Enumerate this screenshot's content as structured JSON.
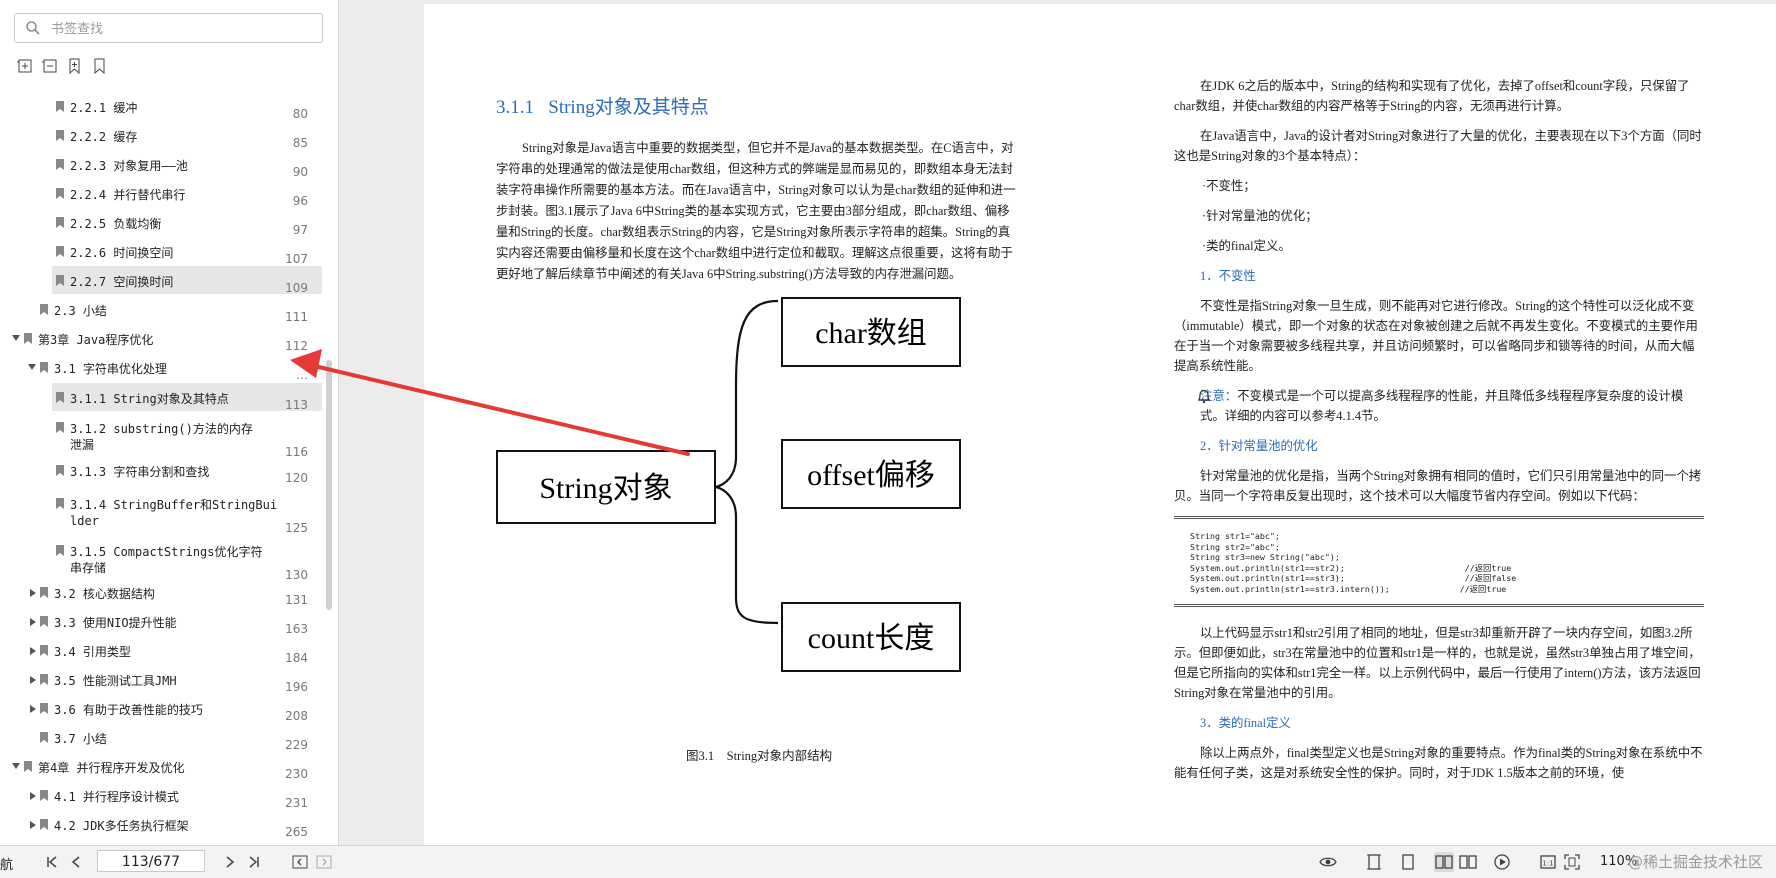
{
  "search": {
    "placeholder": "书签查找"
  },
  "toc": [
    {
      "label": "2.2.1 缓冲",
      "page": "80"
    },
    {
      "label": "2.2.2 缓存",
      "page": "85"
    },
    {
      "label": "2.2.3 对象复用——池",
      "page": "90"
    },
    {
      "label": "2.2.4 并行替代串行",
      "page": "96"
    },
    {
      "label": "2.2.5 负载均衡",
      "page": "97"
    },
    {
      "label": "2.2.6 时间换空间",
      "page": "107"
    },
    {
      "label": "2.2.7 空间换时间",
      "page": "109"
    },
    {
      "label": "2.3 小结",
      "page": "111"
    },
    {
      "label": "第3章 Java程序优化",
      "page": "112"
    },
    {
      "label": "3.1 字符串优化处理",
      "page": "…"
    },
    {
      "label": "3.1.1 String对象及其特点",
      "page": "113"
    },
    {
      "label": "3.1.2 substring()方法的内存",
      "label2": "泄漏",
      "page": "116"
    },
    {
      "label": "3.1.3 字符串分割和查找",
      "page": "120"
    },
    {
      "label": "3.1.4 StringBuffer和StringBui",
      "label2": "lder",
      "page": "125"
    },
    {
      "label": "3.1.5 CompactStrings优化字符",
      "label2": "串存储",
      "page": "130"
    },
    {
      "label": "3.2 核心数据结构",
      "page": "131"
    },
    {
      "label": "3.3 使用NIO提升性能",
      "page": "163"
    },
    {
      "label": "3.4 引用类型",
      "page": "184"
    },
    {
      "label": "3.5 性能测试工具JMH",
      "page": "196"
    },
    {
      "label": "3.6 有助于改善性能的技巧",
      "page": "208"
    },
    {
      "label": "3.7 小结",
      "page": "229"
    },
    {
      "label": "第4章 并行程序开发及优化",
      "page": "230"
    },
    {
      "label": "4.1 并行程序设计模式",
      "page": "231"
    },
    {
      "label": "4.2 JDK多任务执行框架",
      "page": "265"
    }
  ],
  "doc": {
    "section_num": "3.1.1",
    "section_title": "String对象及其特点",
    "left_para": "String对象是Java语言中重要的数据类型，但它并不是Java的基本数据类型。在C语言中，对字符串的处理通常的做法是使用char数组，但这种方式的弊端是显而易见的，即数组本身无法封装字符串操作所需要的基本方法。而在Java语言中，String对象可以认为是char数组的延伸和进一步封装。图3.1展示了Java 6中String类的基本实现方式，它主要由3部分组成，即char数组、偏移量和String的长度。char数组表示String的内容，它是String对象所表示字符串的超集。String的真实内容还需要由偏移量和长度在这个char数组中进行定位和截取。理解这点很重要，这将有助于更好地了解后续章节中阐述的有关Java 6中String.substring()方法导致的内存泄漏问题。",
    "diagram": {
      "main": "String对象",
      "b1": "char数组",
      "b2": "offset偏移",
      "b3": "count长度"
    },
    "fig_caption": "图3.1　String对象内部结构",
    "r_p1": "在JDK 6之后的版本中，String的结构和实现有了优化，去掉了offset和count字段，只保留了char数组，并使char数组的内容严格等于String的内容，无须再进行计算。",
    "r_p2": "在Java语言中，Java的设计者对String对象进行了大量的优化，主要表现在以下3个方面（同时这也是String对象的3个基本特点）：",
    "r_li1": "·不变性；",
    "r_li2": "·针对常量池的优化；",
    "r_li3": "·类的final定义。",
    "r_h1": "1．不变性",
    "r_p3": "不变性是指String对象一旦生成，则不能再对它进行修改。String的这个特性可以泛化成不变（immutable）模式，即一个对象的状态在对象被创建之后就不再发生变化。不变模式的主要作用在于当一个对象需要被多线程共享，并且访问频繁时，可以省略同步和锁等待的时间，从而大幅提高系统性能。",
    "note_key": "注意：",
    "note_text": "不变模式是一个可以提高多线程程序的性能，并且降低多线程程序复杂度的设计模式。详细的内容可以参考4.1.4节。",
    "r_h2": "2．针对常量池的优化",
    "r_p4": "针对常量池的优化是指，当两个String对象拥有相同的值时，它们只引用常量池中的同一个拷贝。当同一个字符串反复出现时，这个技术可以大幅度节省内存空间。例如以下代码：",
    "code": "String str1=\"abc\";\nString str2=\"abc\";\nString str3=new String(\"abc\");\nSystem.out.println(str1==str2);                        //返回true\nSystem.out.println(str1==str3);                        //返回false\nSystem.out.println(str1==str3.intern());              //返回true",
    "r_p5": "以上代码显示str1和str2引用了相同的地址，但是str3却重新开辟了一块内存空间，如图3.2所示。但即便如此，str3在常量池中的位置和str1是一样的，也就是说，虽然str3单独占用了堆空间，但是它所指向的实体和str1完全一样。以上示例代码中，最后一行使用了intern()方法，该方法返回String对象在常量池中的引用。",
    "r_h3": "3．类的final定义",
    "r_p6": "除以上两点外，final类型定义也是String对象的重要特点。作为final类的String对象在系统中不能有任何子类，这是对系统安全性的保护。同时，对于JDK 1.5版本之前的环境，使"
  },
  "bottom": {
    "nav_label": "航",
    "page_value": "113/677",
    "zoom": "110%",
    "watermark": "@稀土掘金技术社区"
  },
  "colors": {
    "accent": "#2b6cb7",
    "arrow": "#e53935"
  }
}
